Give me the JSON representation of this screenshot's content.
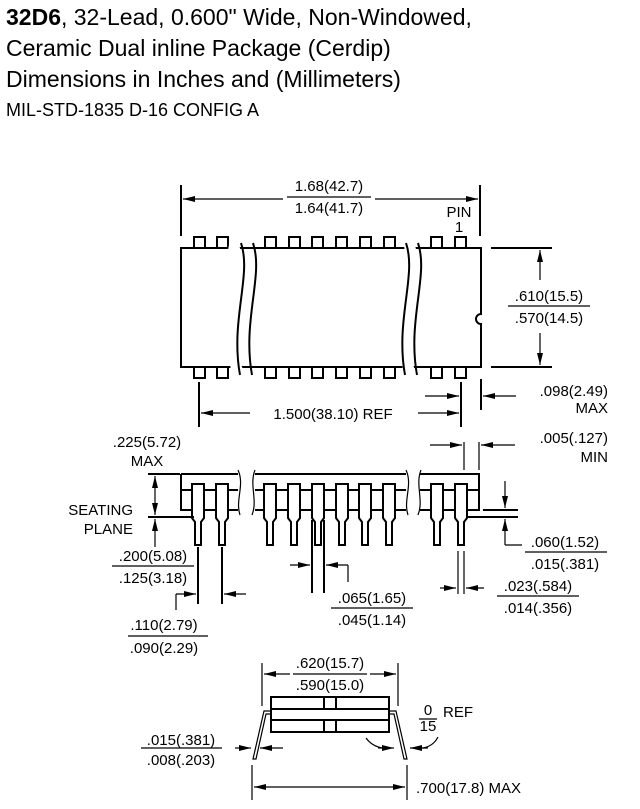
{
  "title": {
    "part_code": "32D6",
    "line1_rest": ", 32-Lead, 0.600\" Wide, Non-Windowed,",
    "line2": "Ceramic Dual inline Package (Cerdip)",
    "line3": "Dimensions in Inches and (Millimeters)",
    "line4": "MIL-STD-1835 D-16 CONFIG A"
  },
  "top_view": {
    "length_max": "1.68(42.7)",
    "length_min": "1.64(41.7)",
    "pin1_label_a": "PIN",
    "pin1_label_b": "1",
    "width_max": ".610(15.5)",
    "width_min": ".570(14.5)",
    "end_lead_max": ".098(2.49)",
    "end_lead_max_note": "MAX",
    "pin_span": "1.500(38.10) REF"
  },
  "side_view": {
    "height_max": ".225(5.72)",
    "height_max_note": "MAX",
    "seating_plane_a": "SEATING",
    "seating_plane_b": "PLANE",
    "end_gap_min": ".005(.127)",
    "end_gap_min_note": "MIN",
    "standoff_max": ".060(1.52)",
    "standoff_min": ".015(.381)",
    "lead_length_max": ".200(5.08)",
    "lead_length_min": ".125(3.18)",
    "lead_pitch_max": ".110(2.79)",
    "lead_pitch_min": ".090(2.29)",
    "shoulder_width_max": ".065(1.65)",
    "shoulder_width_min": ".045(1.14)",
    "lead_width_max": ".023(.584)",
    "lead_width_min": ".014(.356)"
  },
  "end_view": {
    "body_width_max": ".620(15.7)",
    "body_width_min": ".590(15.0)",
    "angle_min": "0",
    "angle_max": "15",
    "angle_note": "REF",
    "lead_thick_max": ".015(.381)",
    "lead_thick_min": ".008(.203)",
    "overall_width": ".700(17.8) MAX"
  }
}
